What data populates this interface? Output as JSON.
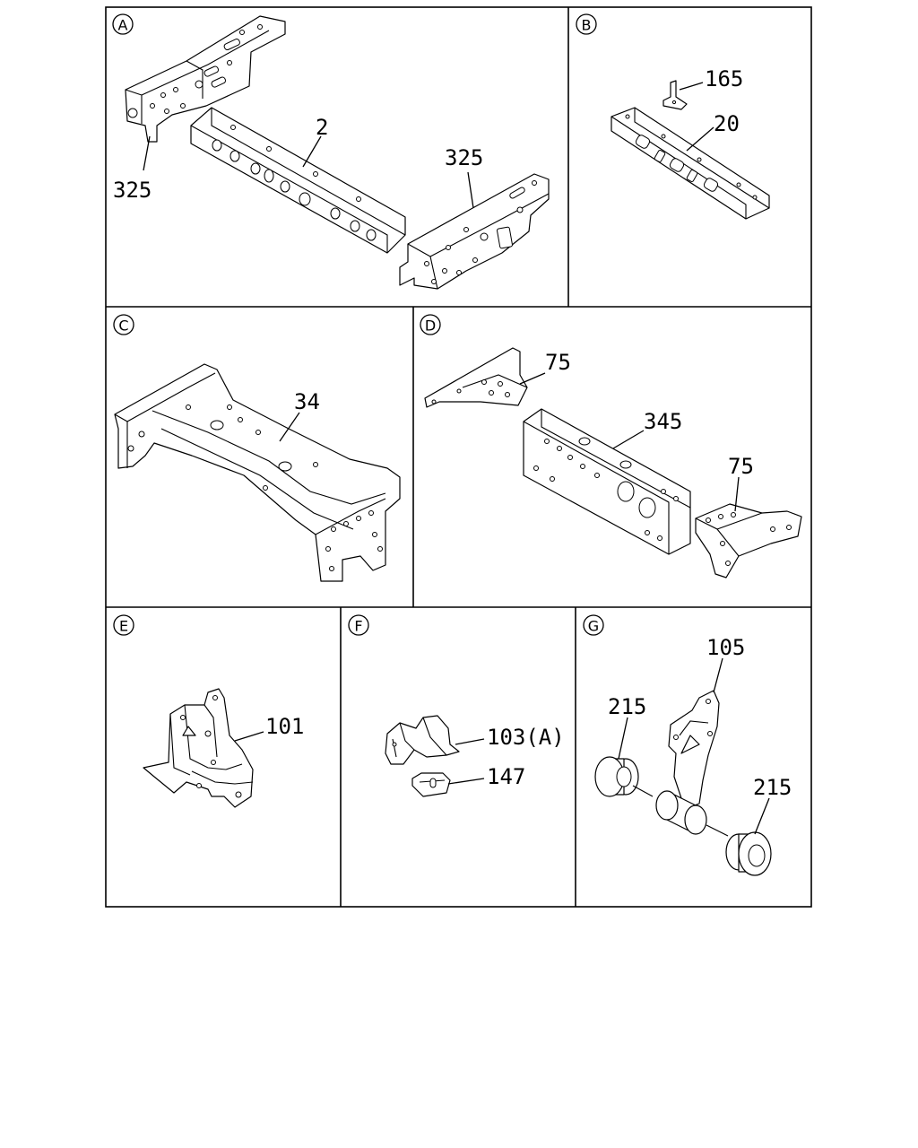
{
  "sections": [
    {
      "letter": "A",
      "callouts": [
        "325",
        "2",
        "325"
      ]
    },
    {
      "letter": "B",
      "callouts": [
        "165",
        "20"
      ]
    },
    {
      "letter": "C",
      "callouts": [
        "34"
      ]
    },
    {
      "letter": "D",
      "callouts": [
        "75",
        "345",
        "75"
      ]
    },
    {
      "letter": "E",
      "callouts": [
        "101"
      ]
    },
    {
      "letter": "F",
      "callouts": [
        "103(A)",
        "147"
      ]
    },
    {
      "letter": "G",
      "callouts": [
        "105",
        "215",
        "215"
      ]
    }
  ]
}
